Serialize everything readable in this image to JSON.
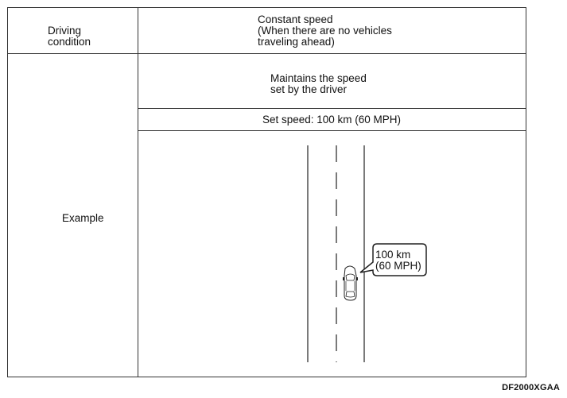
{
  "table": {
    "row_header_driving_condition": [
      "Driving",
      "condition"
    ],
    "constant_speed": [
      "Constant speed",
      "(When there are no vehicles",
      "traveling ahead)"
    ],
    "row_header_example": "Example",
    "maintains": [
      "Maintains the speed",
      "set by the driver"
    ],
    "set_speed": "Set speed: 100 km (60 MPH)"
  },
  "illustration": {
    "bubble_lines": [
      "100 km",
      "(60 MPH)"
    ],
    "vehicle_icon": "car-top-view-icon"
  },
  "figure_code": "DF2000XGAA"
}
